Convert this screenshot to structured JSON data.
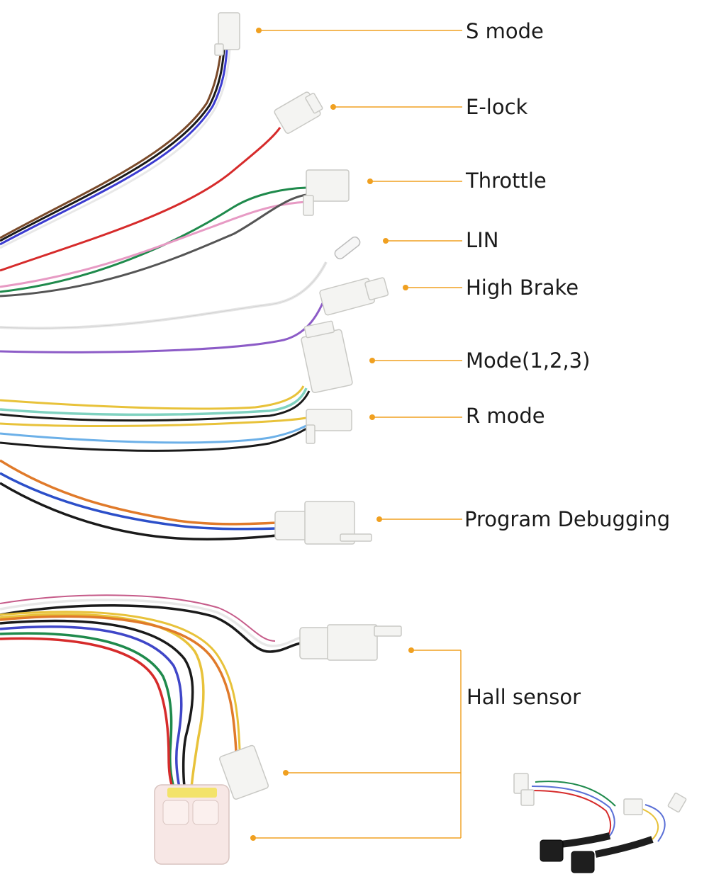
{
  "labels": {
    "s_mode": "S mode",
    "e_lock": "E-lock",
    "throttle": "Throttle",
    "lin": "LIN",
    "high_brake": "High Brake",
    "mode_123": "Mode(1,2,3)",
    "r_mode": "R mode",
    "program_debugging": "Program Debugging",
    "hall_sensor": "Hall sensor"
  },
  "colors": {
    "leader": "#f0a020",
    "text": "#1a1a1a",
    "connector": "#f4f4f2"
  }
}
